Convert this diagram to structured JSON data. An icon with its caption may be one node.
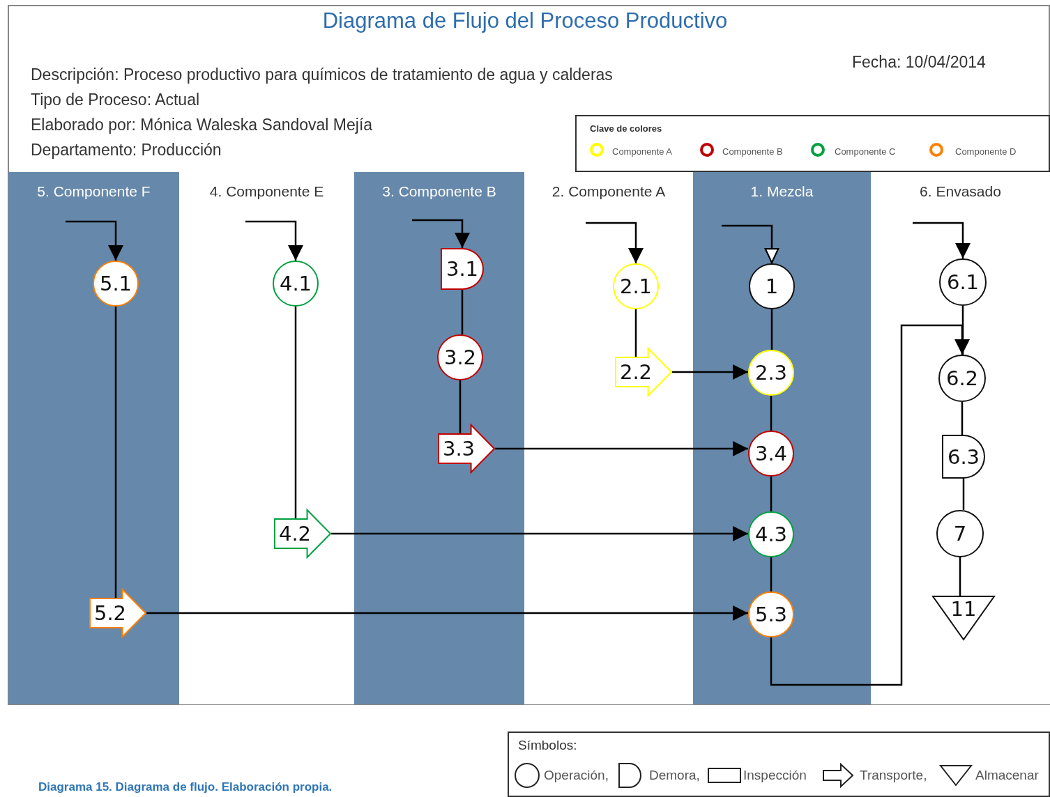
{
  "diagram": {
    "title": "Diagrama de Flujo del Proceso Productivo",
    "caption": "Diagrama 15. Diagrama de flujo. Elaboración propia.",
    "nodes": [
      {
        "text": [
          "5. Componente F"
        ]
      },
      {
        "text": [
          "4. Componente E"
        ]
      },
      {
        "text": [
          "3. Componente B"
        ]
      },
      {
        "text": [
          "2. Componente A"
        ]
      },
      {
        "text": [
          "1. Mezcla"
        ]
      },
      {
        "text": [
          "6. Envasado"
        ]
      },
      {
        "text": [
          "5.1"
        ],
        "in": 0
      },
      {
        "text": [
          "5.2"
        ],
        "in": 0
      },
      {
        "text": [
          "4.1"
        ],
        "in": 1
      },
      {
        "text": [
          "4.2"
        ],
        "in": 1
      },
      {
        "text": [
          "3.1"
        ],
        "in": 2
      },
      {
        "text": [
          "3.2"
        ],
        "in": 2
      },
      {
        "text": [
          "3.3"
        ],
        "in": 2
      },
      {
        "text": [
          "2.1"
        ],
        "in": 3
      },
      {
        "text": [
          "2.2"
        ],
        "in": 3
      },
      {
        "text": [
          "1"
        ],
        "in": 4
      },
      {
        "text": [
          "2.3"
        ],
        "in": 4
      },
      {
        "text": [
          "3.4"
        ],
        "in": 4
      },
      {
        "text": [
          "4.3"
        ],
        "in": 4
      },
      {
        "text": [
          "5.3"
        ],
        "in": 4
      },
      {
        "text": [
          "6.1"
        ],
        "in": 5
      },
      {
        "text": [
          "6.2"
        ],
        "in": 5
      },
      {
        "text": [
          "6.3"
        ],
        "in": 5
      },
      {
        "text": [
          "7"
        ],
        "in": 5
      },
      {
        "text": [
          "11"
        ],
        "in": 5
      }
    ],
    "edges": [
      {
        "from": null,
        "to": 6,
        "arrow": "to"
      },
      {
        "from": 6,
        "to": 7,
        "arrow": "none"
      },
      {
        "from": 7,
        "to": 19,
        "arrow": "to"
      },
      {
        "from": null,
        "to": 8,
        "arrow": "to"
      },
      {
        "from": 8,
        "to": 9,
        "arrow": "none"
      },
      {
        "from": 9,
        "to": 18,
        "arrow": "to"
      },
      {
        "from": null,
        "to": 10,
        "arrow": "to"
      },
      {
        "from": 10,
        "to": 11,
        "arrow": "none"
      },
      {
        "from": 11,
        "to": 12,
        "arrow": "none"
      },
      {
        "from": 12,
        "to": 17,
        "arrow": "to"
      },
      {
        "from": null,
        "to": 13,
        "arrow": "to"
      },
      {
        "from": 13,
        "to": 14,
        "arrow": "none"
      },
      {
        "from": 14,
        "to": 16,
        "arrow": "to"
      },
      {
        "from": null,
        "to": 15,
        "arrow": "to"
      },
      {
        "from": 15,
        "to": 16,
        "arrow": "none"
      },
      {
        "from": 16,
        "to": 17,
        "arrow": "none"
      },
      {
        "from": 17,
        "to": 18,
        "arrow": "none"
      },
      {
        "from": 18,
        "to": 19,
        "arrow": "none"
      },
      {
        "from": 19,
        "to": 21,
        "arrow": "to"
      },
      {
        "from": null,
        "to": 20,
        "arrow": "to"
      },
      {
        "from": 20,
        "to": 21,
        "arrow": "none"
      },
      {
        "from": 21,
        "to": 22,
        "arrow": "none"
      },
      {
        "from": 22,
        "to": 23,
        "arrow": "none"
      },
      {
        "from": 23,
        "to": 24,
        "arrow": "none"
      }
    ],
    "labels": [
      "Descripción: Proceso productivo para químicos de tratamiento de agua y calderas",
      "Tipo de Proceso: Actual",
      "Elaborado por: Mónica Waleska Sandoval Mejía",
      "Departamento: Producción",
      "Fecha: 10/04/2014",
      "Clave de colores",
      "Símbolos:"
    ],
    "legend": [
      {
        "text": "Componente A",
        "color": "#ffff00"
      },
      {
        "text": "Componente B",
        "color": "#c00000"
      },
      {
        "text": "Componente C",
        "color": "#00a040"
      },
      {
        "text": "Componente D",
        "color": "#ff8000"
      },
      {
        "text": "Operación,"
      },
      {
        "text": "Demora,"
      },
      {
        "text": "Inspección"
      },
      {
        "text": "Transporte,"
      },
      {
        "text": "Almacenar"
      }
    ]
  }
}
